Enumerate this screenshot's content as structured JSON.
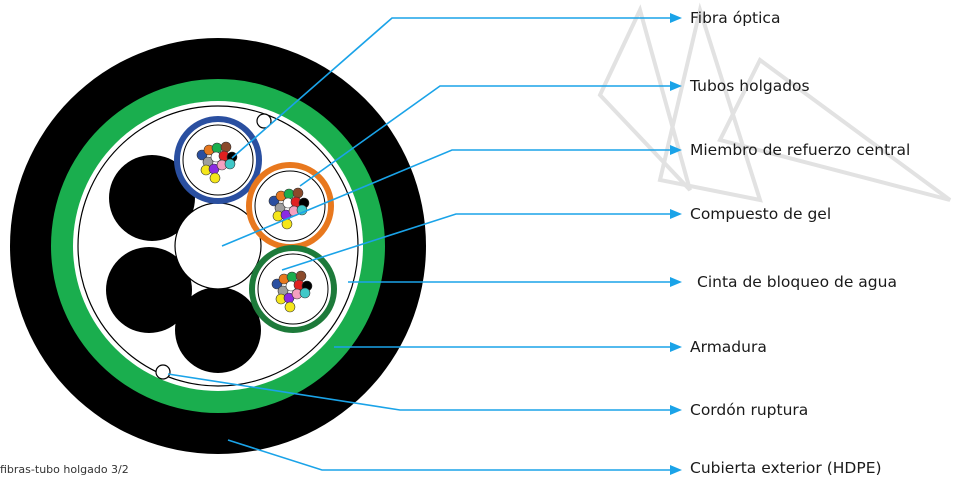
{
  "diagram": {
    "caption": "fibras-tubo holgado 3/2",
    "colors": {
      "jacket": "#000000",
      "armor": "#1aae4e",
      "tape": "#ffffff",
      "leader": "#1aa3e8",
      "tube_blue": "#2a4fa0",
      "tube_orange": "#e8781e",
      "tube_green": "#1d7a3a",
      "watermark": "#e2e2e2"
    },
    "fiber_colors": [
      "#2a4fa0",
      "#e8781e",
      "#1aae4e",
      "#8b4a2b",
      "#9e9e9e",
      "#ffffff",
      "#e02020",
      "#000000",
      "#f5e61a",
      "#8a2be2",
      "#f5a0c0",
      "#40c8c8"
    ],
    "labels": [
      {
        "id": "fibra-optica",
        "text": "Fibra óptica"
      },
      {
        "id": "tubos-holgados",
        "text": "Tubos holgados"
      },
      {
        "id": "miembro-refuerzo",
        "text": "Miembro de refuerzo central"
      },
      {
        "id": "compuesto-gel",
        "text": "Compuesto de gel"
      },
      {
        "id": "cinta-bloqueo",
        "text": "Cinta de bloqueo de agua"
      },
      {
        "id": "armadura",
        "text": "Armadura"
      },
      {
        "id": "cordon-ruptura",
        "text": "Cordón ruptura"
      },
      {
        "id": "cubierta-exterior",
        "text": "Cubierta exterior (HDPE)"
      }
    ]
  }
}
